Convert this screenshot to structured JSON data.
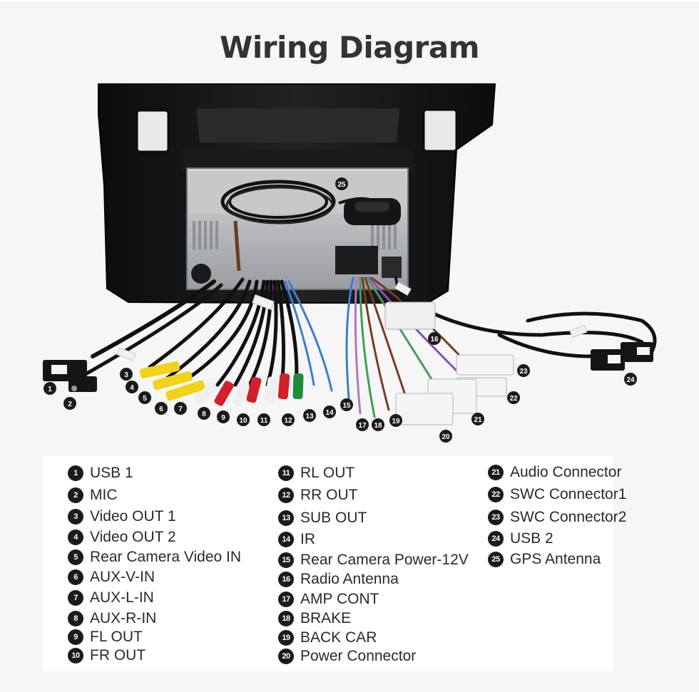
{
  "title": "Wiring Diagram",
  "callouts": [
    {
      "n": "1"
    },
    {
      "n": "2"
    },
    {
      "n": "3"
    },
    {
      "n": "4"
    },
    {
      "n": "5"
    },
    {
      "n": "6"
    },
    {
      "n": "7"
    },
    {
      "n": "8"
    },
    {
      "n": "9"
    },
    {
      "n": "10"
    },
    {
      "n": "11"
    },
    {
      "n": "12"
    },
    {
      "n": "13"
    },
    {
      "n": "14"
    },
    {
      "n": "15"
    },
    {
      "n": "16"
    },
    {
      "n": "17"
    },
    {
      "n": "18"
    },
    {
      "n": "19"
    },
    {
      "n": "20"
    },
    {
      "n": "21"
    },
    {
      "n": "22"
    },
    {
      "n": "23"
    },
    {
      "n": "24"
    },
    {
      "n": "25"
    }
  ],
  "legend": {
    "col1": [
      {
        "num": "1",
        "label": "USB 1"
      },
      {
        "num": "2",
        "label": "MIC"
      },
      {
        "num": "3",
        "label": "Video OUT 1"
      },
      {
        "num": "4",
        "label": "Video OUT 2"
      },
      {
        "num": "5",
        "label": "Rear Camera Video IN"
      },
      {
        "num": "6",
        "label": "AUX-V-IN"
      },
      {
        "num": "7",
        "label": "AUX-L-IN"
      },
      {
        "num": "8",
        "label": "AUX-R-IN"
      },
      {
        "num": "9",
        "label": "FL OUT"
      },
      {
        "num": "10",
        "label": "FR OUT"
      }
    ],
    "col2": [
      {
        "num": "11",
        "label": "RL OUT"
      },
      {
        "num": "12",
        "label": "RR OUT"
      },
      {
        "num": "13",
        "label": "SUB OUT"
      },
      {
        "num": "14",
        "label": "IR"
      },
      {
        "num": "15",
        "label": "Rear Camera Power-12V"
      },
      {
        "num": "16",
        "label": "Radio Antenna"
      },
      {
        "num": "17",
        "label": "AMP CONT"
      },
      {
        "num": "18",
        "label": "BRAKE"
      },
      {
        "num": "19",
        "label": "BACK CAR"
      },
      {
        "num": "20",
        "label": "Power Connector"
      }
    ],
    "col3": [
      {
        "num": "21",
        "label": "Audio Connector"
      },
      {
        "num": "22",
        "label": "SWC Connector1"
      },
      {
        "num": "23",
        "label": "SWC Connector2"
      },
      {
        "num": "24",
        "label": "USB 2"
      },
      {
        "num": "25",
        "label": "GPS Antenna"
      }
    ]
  },
  "colors": {
    "frame": "#141414",
    "unit": "#b9bcbf",
    "rca_yellow": "#f2d21a",
    "rca_red": "#d3202a",
    "rca_white": "#efefef",
    "rca_green": "#1f8a3c",
    "wire_blue": "#3d7ecf",
    "wire_green": "#3f9e5a",
    "wire_purple": "#8a4fb5",
    "wire_brown": "#7a3b22"
  }
}
